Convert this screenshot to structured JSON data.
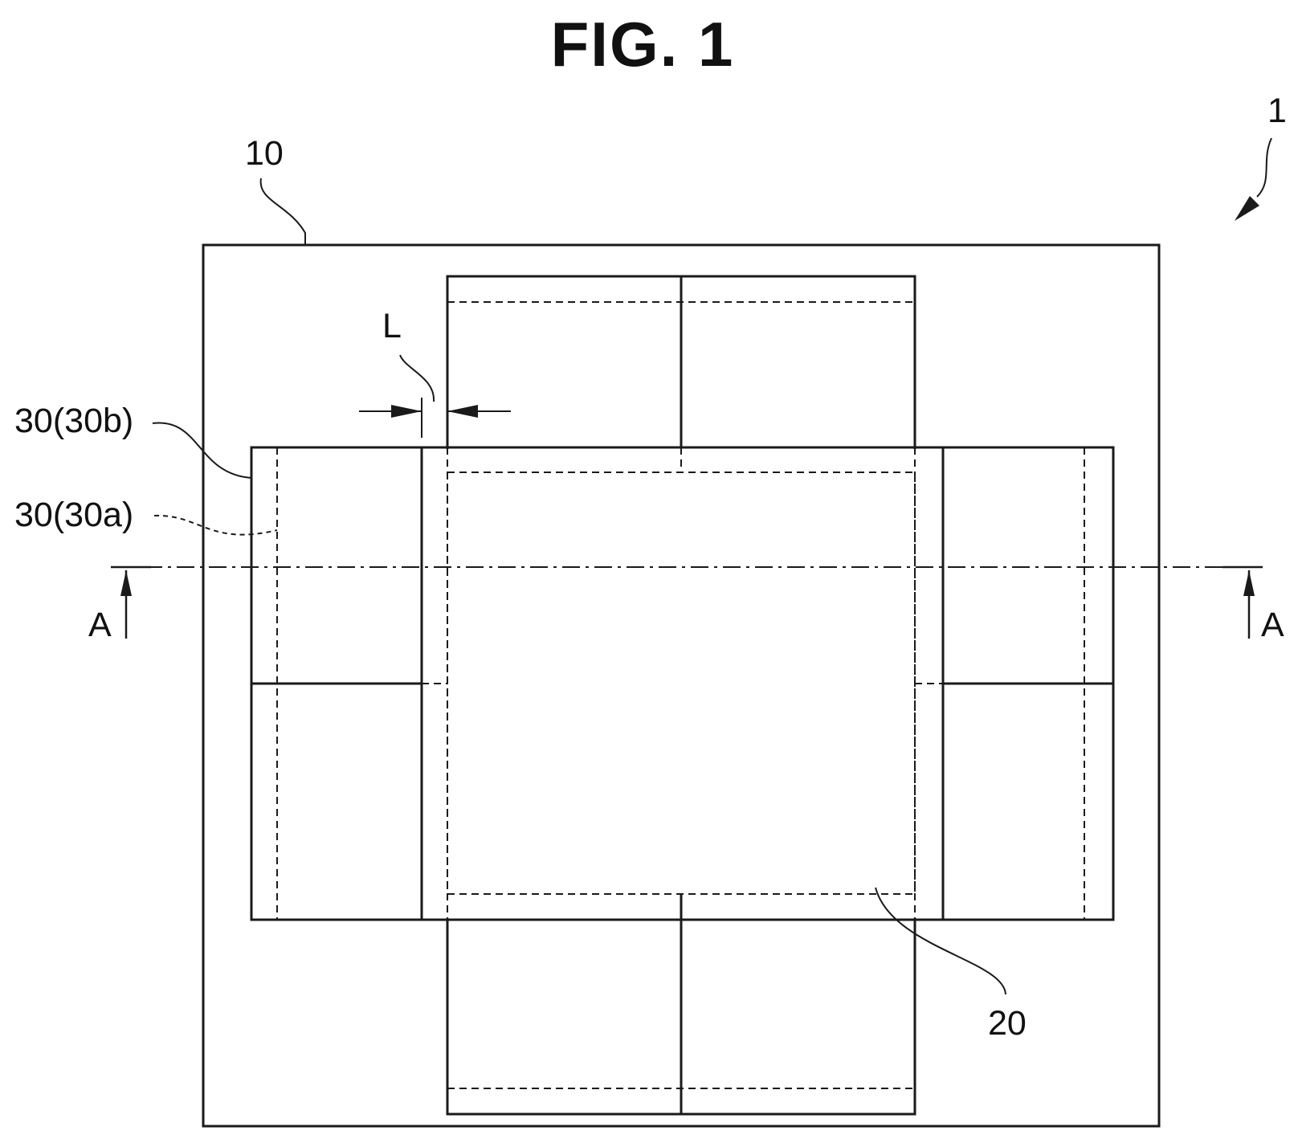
{
  "figure": {
    "title": "FIG. 1",
    "labels": {
      "device": "1",
      "substrate": "10",
      "chip": "20",
      "member_outer": "30(30b)",
      "member_inner": "30(30a)",
      "gap": "L",
      "section_left": "A",
      "section_right": "A"
    }
  }
}
